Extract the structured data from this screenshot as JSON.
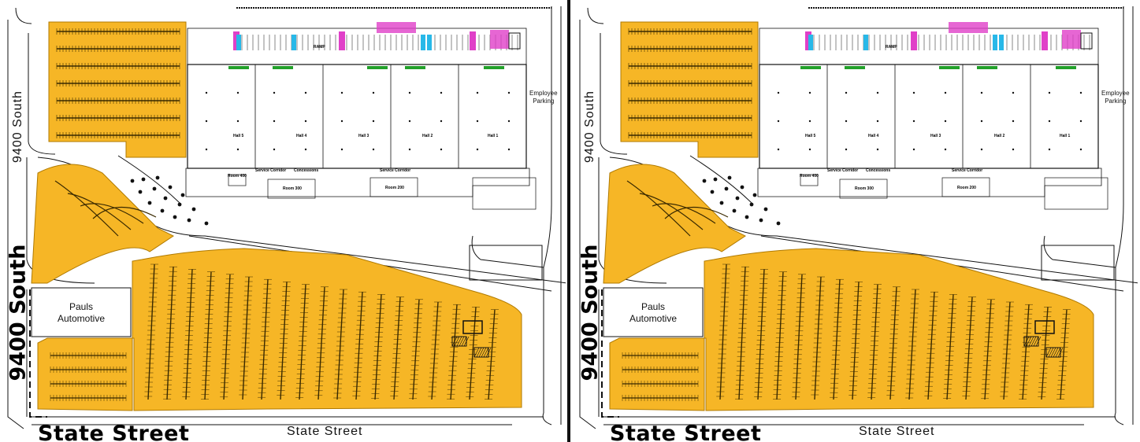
{
  "colors": {
    "parking": "#f6b626",
    "parking_line": "#3a2a00",
    "line": "#111111",
    "accent_pink": "#e040c8",
    "accent_cyan": "#28b8e8",
    "accent_green": "#22a02a",
    "background": "#ffffff"
  },
  "icons": [
    "tree-icon",
    "ramp-icon",
    "hatched-pad-icon"
  ],
  "panels": [
    {
      "street_bold": "State Street",
      "street_thin": "State Street",
      "cross_bold": "9400 South",
      "cross_thin": "9400 South",
      "pauls": [
        "Pauls",
        "Automotive"
      ],
      "employee_parking": [
        "Employee",
        "Parking"
      ],
      "halls": [
        "Hall 5",
        "Hall 4",
        "Hall 3",
        "Hall 2",
        "Hall 1"
      ],
      "service_corridor": "Service Corridor",
      "concessions": "Concessions",
      "rooms": {
        "r400": "Room 400",
        "r300": "Room 300",
        "r200": "Room 200"
      },
      "ramp": "RAMP"
    },
    {
      "street_bold": "State Street",
      "street_thin": "State Street",
      "cross_bold": "9400 South",
      "cross_thin": "9400 South",
      "pauls": [
        "Pauls",
        "Automotive"
      ],
      "employee_parking": [
        "Employee",
        "Parking"
      ],
      "halls": [
        "Hall 5",
        "Hall 4",
        "Hall 3",
        "Hall 2",
        "Hall 1"
      ],
      "service_corridor": "Service Corridor",
      "concessions": "Concessions",
      "rooms": {
        "r400": "Room 400",
        "r300": "Room 300",
        "r200": "Room 200"
      },
      "ramp": "RAMP"
    }
  ]
}
